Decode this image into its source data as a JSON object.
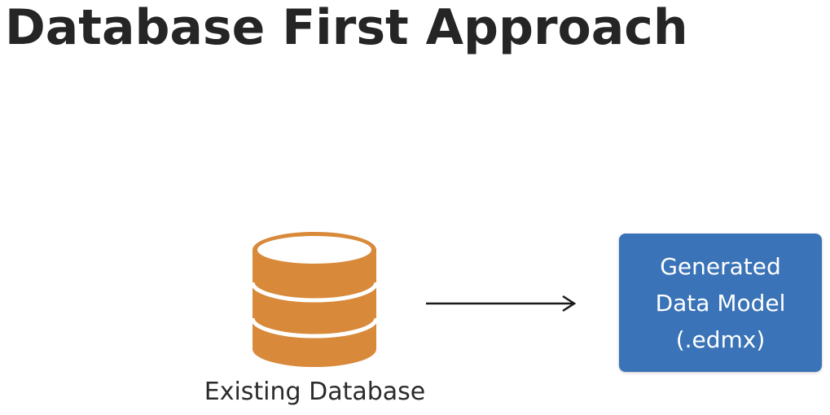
{
  "slide": {
    "title": "Database First Approach"
  },
  "diagram": {
    "source": {
      "label": "Existing Database",
      "icon": "database-icon",
      "color": "#d8893a",
      "stripe_color": "#ffffff"
    },
    "connector": {
      "icon": "arrow-right-icon",
      "color": "#1a1a1a"
    },
    "target": {
      "lines": [
        "Generated",
        "Data Model",
        "(.edmx)"
      ],
      "fill_color": "#3a73b7",
      "text_color": "#ffffff"
    }
  }
}
